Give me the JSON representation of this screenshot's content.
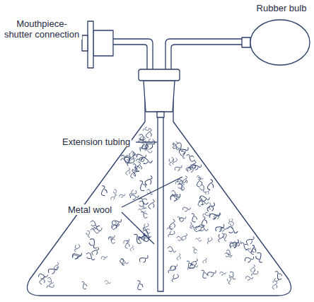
{
  "diagram": {
    "labels": [
      "Rubber bulb",
      "Mouthpiece-shutter connection",
      "Extension tubing",
      "Metal wool"
    ]
  }
}
